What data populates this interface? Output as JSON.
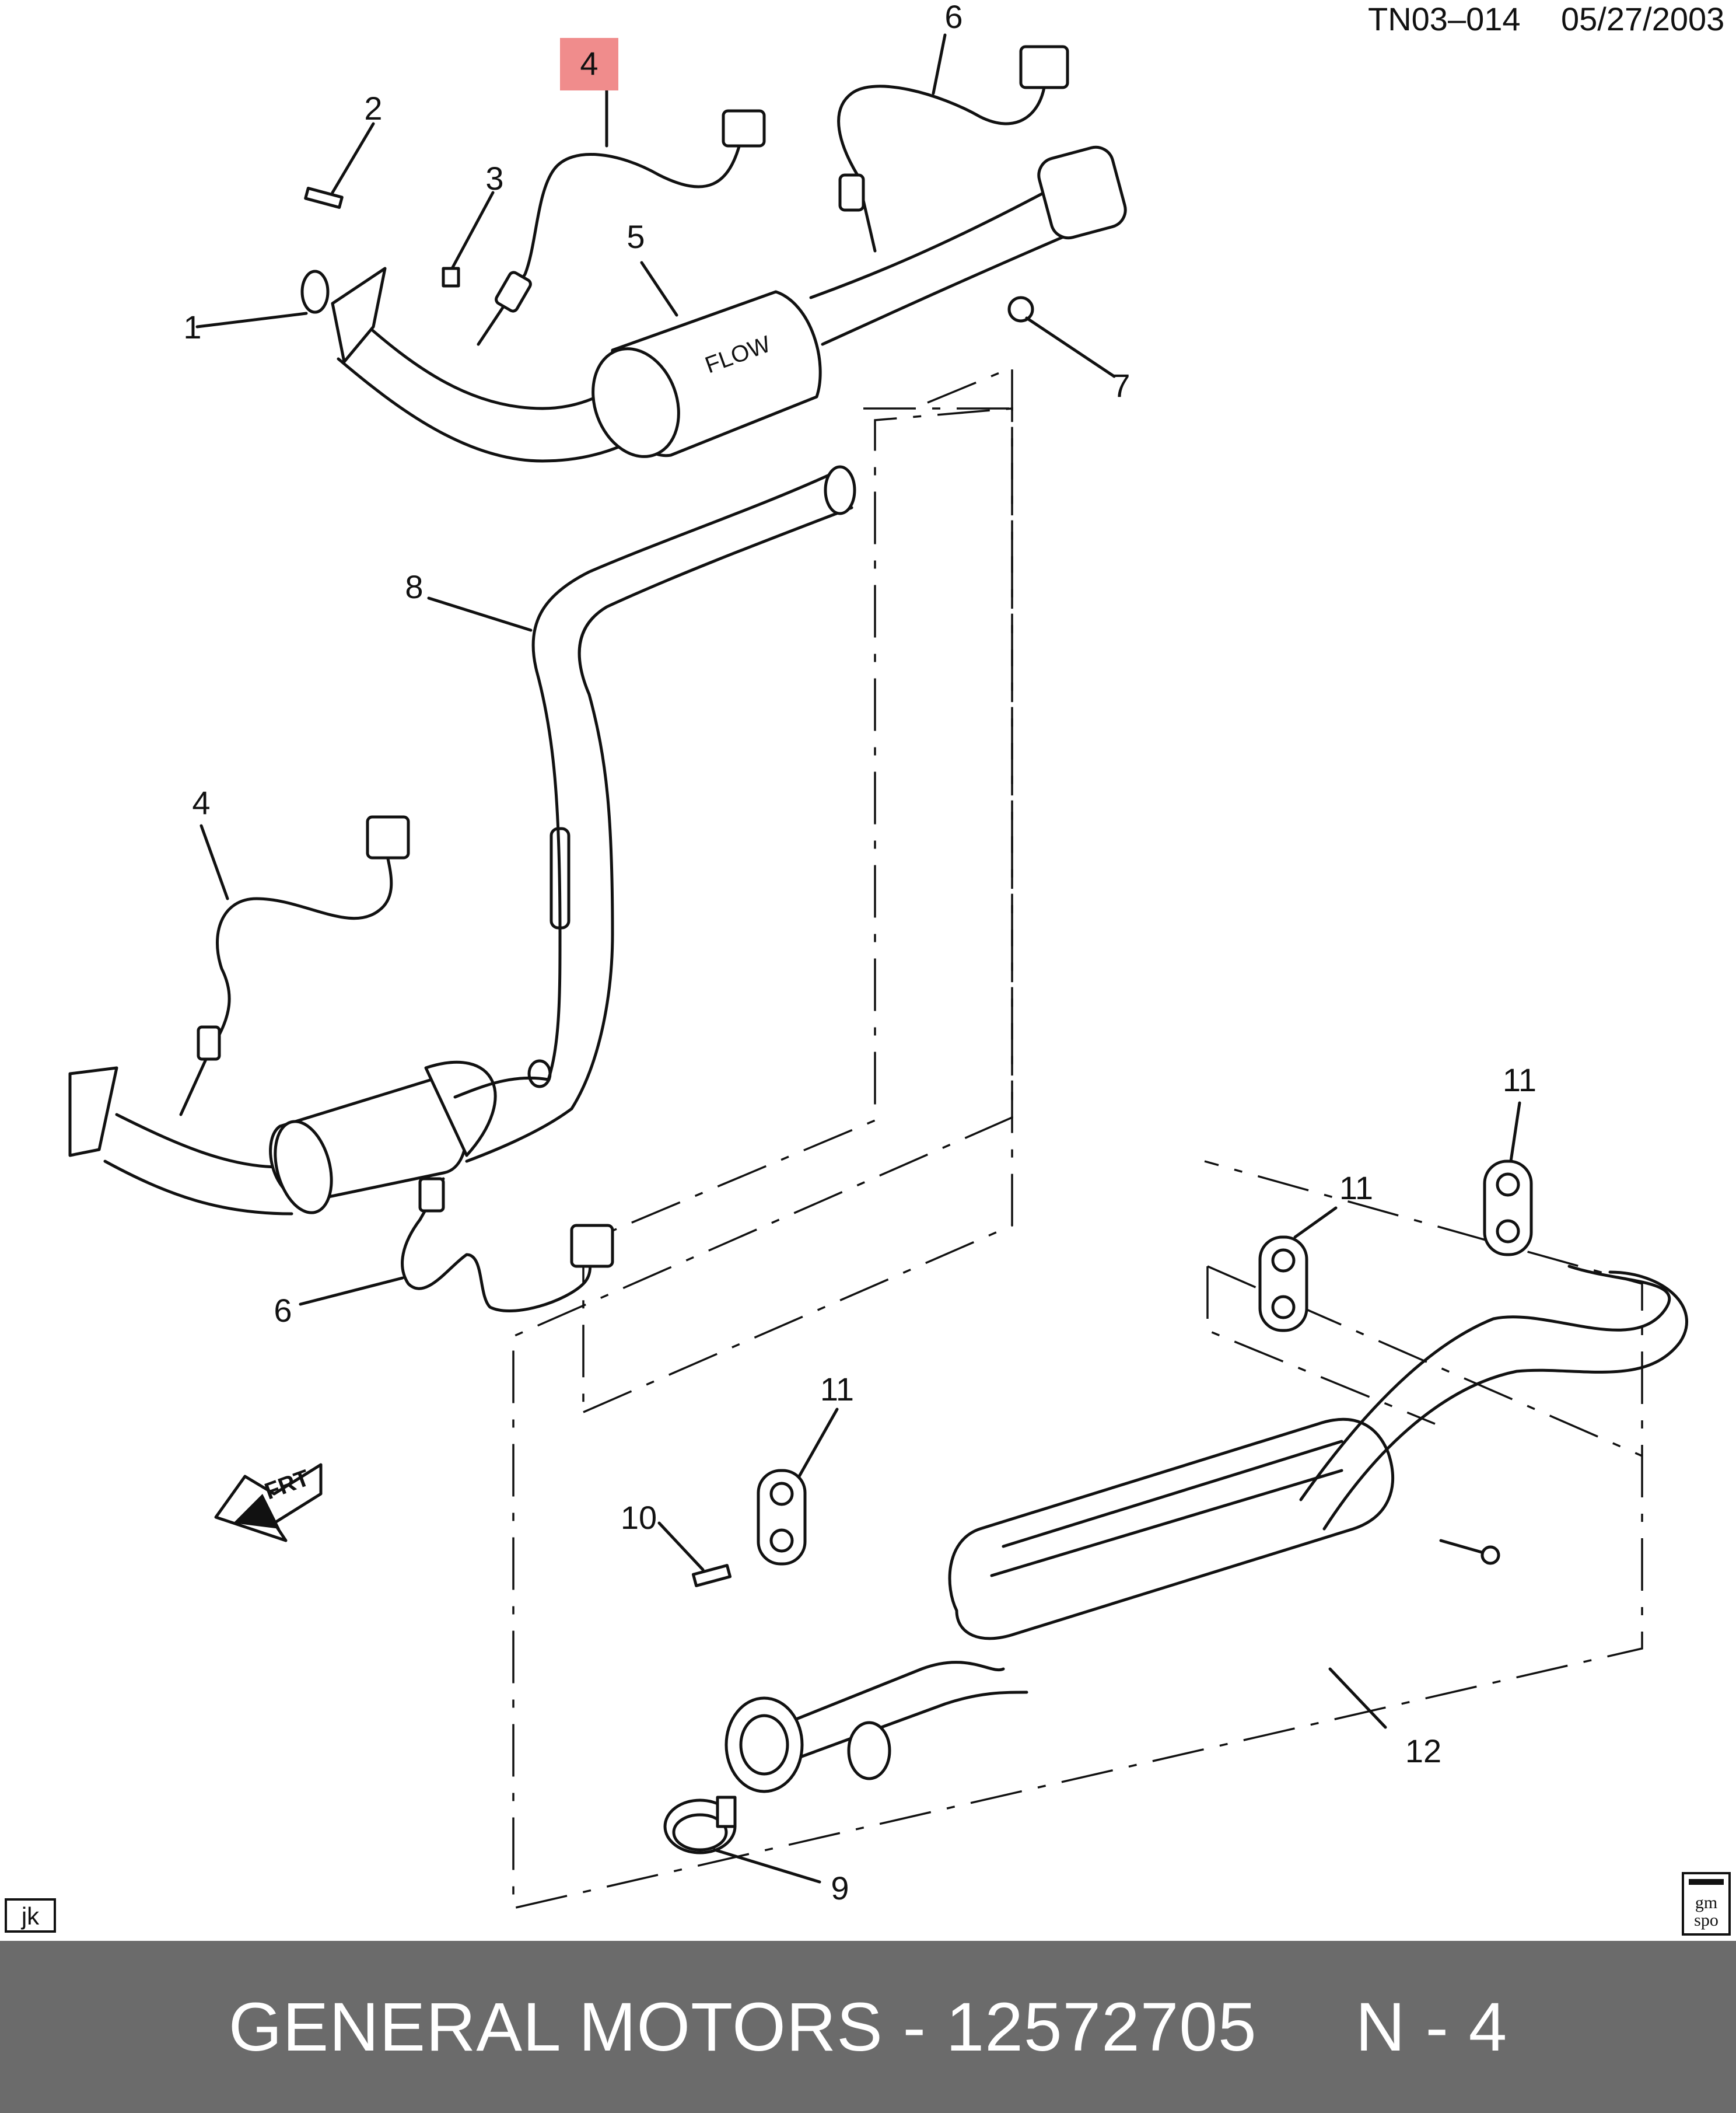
{
  "header": {
    "drawing_id": "TN03–014",
    "date": "05/27/2003"
  },
  "callouts": [
    "1",
    "2",
    "3",
    "4",
    "5",
    "6",
    "7",
    "8",
    "4",
    "6",
    "11",
    "11",
    "11",
    "10",
    "12",
    "9"
  ],
  "highlighted_callout": {
    "label": "4",
    "color": "#f08c8c"
  },
  "flow_label": "FLOW",
  "frt_label": "FRT",
  "corner_tag": "jk",
  "logo_text": {
    "line1": "gm",
    "line2": "spo"
  },
  "footer": {
    "text": "GENERAL MOTORS - 12572705     N - 4",
    "background": "#6b6b6b"
  }
}
